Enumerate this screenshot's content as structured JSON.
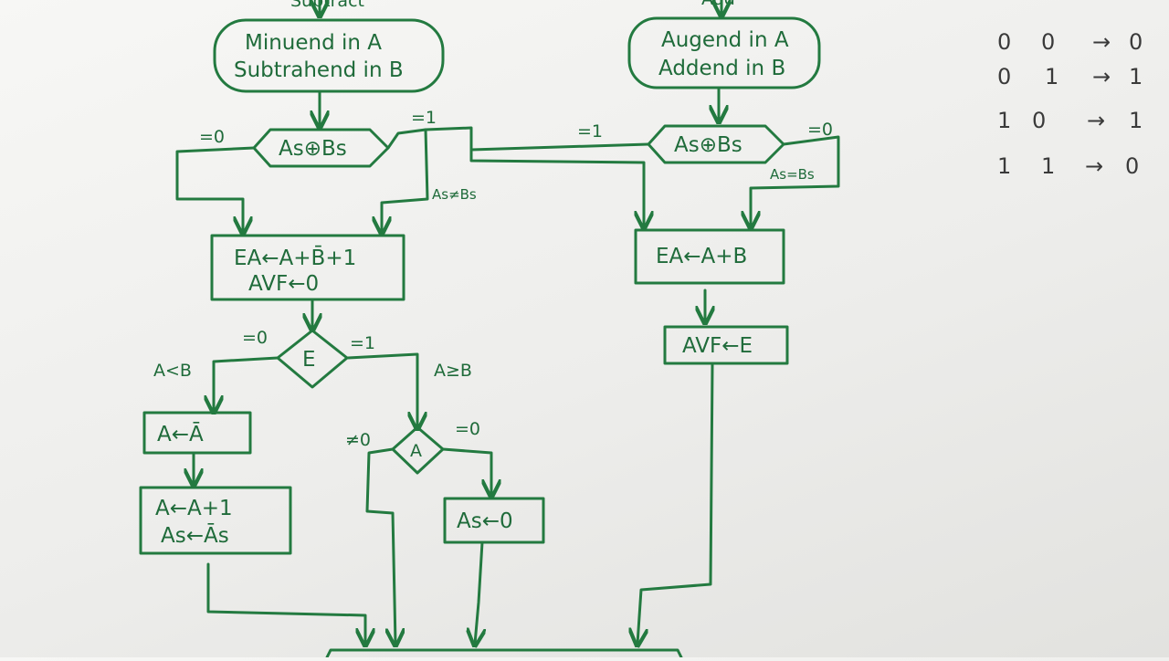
{
  "subtract_branch": {
    "header": "Subtract",
    "start_line1": "Minuend in A",
    "start_line2": "Subtrahend in B",
    "xor": "As⊕Bs",
    "eq0": "=0",
    "eq1": "=1",
    "cond_neq": "As≠Bs",
    "op_line1": "EA←A+B̄+1",
    "op_line2": "AVF←0",
    "e_label": "E",
    "e_eq0": "=0",
    "e_eq1": "=1",
    "a_lt_b": "A<B",
    "a_ge_b": "A≥B",
    "comp": "A←Ā",
    "inc_line1": "A←A+1",
    "inc_line2": "As←Ās",
    "a_label": "A",
    "a_ne0": "≠0",
    "a_eq0": "=0",
    "clear_sign": "As←0"
  },
  "add_branch": {
    "header": "Add",
    "start_line1": "Augend in A",
    "start_line2": "Addend in B",
    "xor": "As⊕Bs",
    "eq1": "=1",
    "eq0": "=0",
    "cond_eq": "As=Bs",
    "op": "EA←A+B",
    "avf": "AVF←E"
  },
  "truth_table": [
    {
      "a": "0",
      "b": "0",
      "out": "0"
    },
    {
      "a": "0",
      "b": "1",
      "out": "1"
    },
    {
      "a": "1",
      "b": "0",
      "out": "1"
    },
    {
      "a": "1",
      "b": "1",
      "out": "0"
    }
  ],
  "arrow_glyph": "→"
}
